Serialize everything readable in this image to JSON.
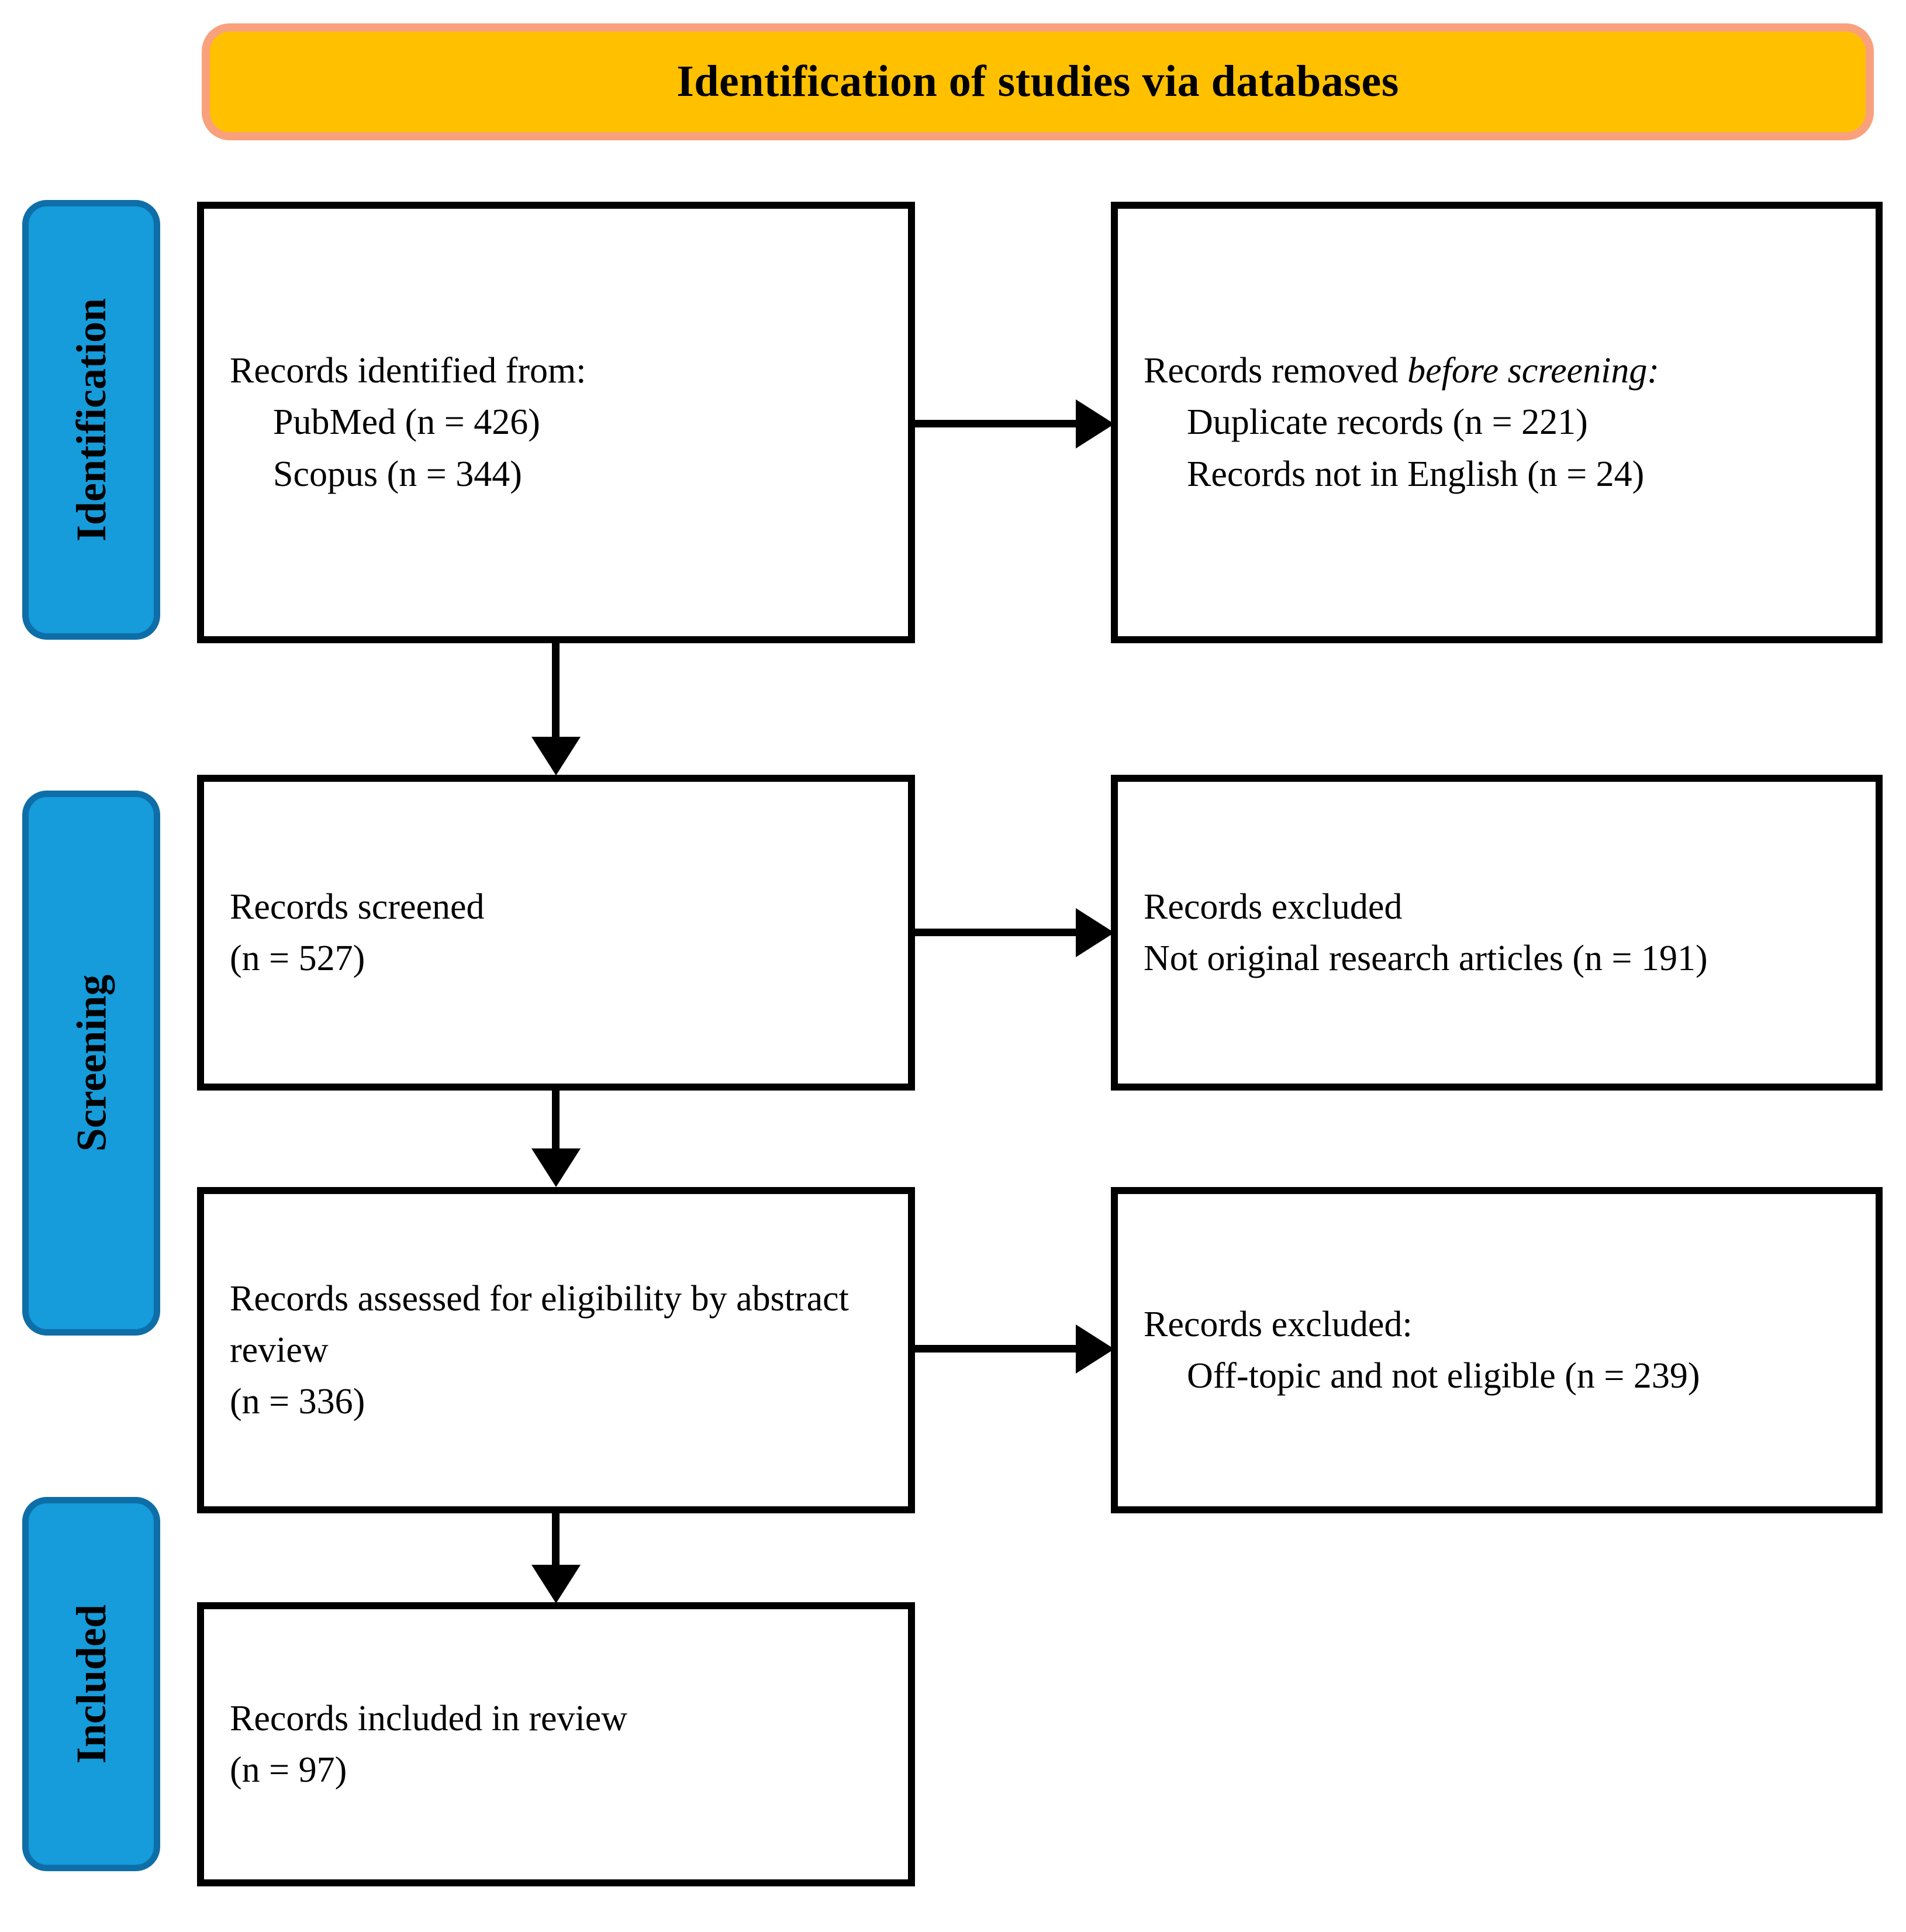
{
  "banner": {
    "title": "Identification of studies via databases"
  },
  "stages": [
    {
      "id": "identification",
      "label": "Identification"
    },
    {
      "id": "screening",
      "label": "Screening"
    },
    {
      "id": "included",
      "label": "Included"
    }
  ],
  "boxes": {
    "identified": {
      "line1": "Records identified from:",
      "line2": "PubMed (n = 426)",
      "line3": "Scopus (n = 344)"
    },
    "removed": {
      "line1_plain": "Records removed ",
      "line1_italic": "before screening",
      "line1_tail": ":",
      "line2": "Duplicate records (n = 221)",
      "line3": "Records not in English (n = 24)"
    },
    "screened": {
      "line1": "Records screened",
      "line2": "(n = 527)"
    },
    "excluded_1": {
      "line1": "Records excluded",
      "line2": "Not original research articles (n = 191)"
    },
    "assessed": {
      "line1": "Records assessed for eligibility by abstract review",
      "line2": "(n = 336)"
    },
    "excluded_2": {
      "line1": "Records excluded:",
      "line2": "Off-topic and not eligible (n = 239)"
    },
    "included": {
      "line1": "Records included in review",
      "line2": "(n = 97)"
    }
  },
  "counts": {
    "pubmed": 426,
    "scopus": 344,
    "duplicates_removed": 221,
    "not_english_removed": 24,
    "screened": 527,
    "excluded_not_original": 191,
    "assessed": 336,
    "excluded_off_topic": 239,
    "included": 97
  },
  "colors": {
    "banner_fill": "#FFC000",
    "banner_border": "#F9A17C",
    "stage_fill": "#169BDB",
    "stage_border": "#0E6EA8",
    "box_border": "#000000",
    "connector": "#000000"
  }
}
